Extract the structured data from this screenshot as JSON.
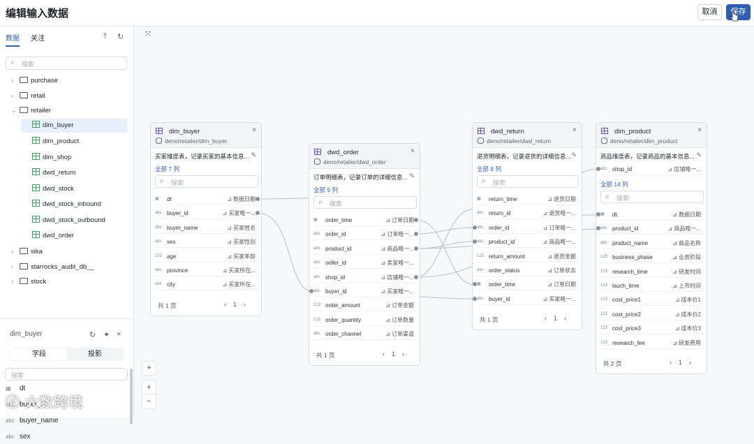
{
  "header": {
    "title": "编辑输入数据",
    "cancel": "取消",
    "save": "保存"
  },
  "sidebar": {
    "tabs": [
      "数据",
      "关注"
    ],
    "search_placeholder": "搜索",
    "tree": [
      {
        "label": "purchase",
        "kind": "folder",
        "expanded": false
      },
      {
        "label": "retail",
        "kind": "folder",
        "expanded": false
      },
      {
        "label": "retailer",
        "kind": "folder",
        "expanded": true
      },
      {
        "label": "dim_buyer",
        "kind": "table",
        "selected": true
      },
      {
        "label": "dim_product",
        "kind": "table"
      },
      {
        "label": "dim_shop",
        "kind": "table"
      },
      {
        "label": "dwd_return",
        "kind": "table"
      },
      {
        "label": "dwd_stock",
        "kind": "table"
      },
      {
        "label": "dwd_stock_inbound",
        "kind": "table"
      },
      {
        "label": "dwd_stock_outbound",
        "kind": "table"
      },
      {
        "label": "dwd_order",
        "kind": "table"
      },
      {
        "label": "sika",
        "kind": "folder",
        "expanded": false
      },
      {
        "label": "starrocks_audit_db__",
        "kind": "folder",
        "expanded": false
      },
      {
        "label": "stock",
        "kind": "folder",
        "expanded": false
      }
    ],
    "detail": {
      "title": "dim_buyer",
      "seg": [
        "字段",
        "投影"
      ],
      "search_placeholder": "搜索",
      "fields": [
        {
          "type": "date",
          "name": "dt"
        },
        {
          "type": "abc",
          "name": "buyer_id"
        },
        {
          "type": "abc",
          "name": "buyer_name"
        },
        {
          "type": "abc",
          "name": "sex"
        }
      ]
    }
  },
  "cards": [
    {
      "id": "dim_buyer",
      "name": "dim_buyer",
      "path": "deno/retailer/dim_buyer",
      "desc": "买家维度表，记录买家的基本信息...",
      "count": "全部 7 列",
      "search": "搜索",
      "columns": [
        {
          "t": "date",
          "n": "dt",
          "c": "数据日期"
        },
        {
          "t": "abc",
          "n": "buyer_id",
          "c": "买家唯一..."
        },
        {
          "t": "abc",
          "n": "buyer_name",
          "c": "买家姓名"
        },
        {
          "t": "abc",
          "n": "sex",
          "c": "买家性别"
        },
        {
          "t": "123",
          "n": "age",
          "c": "买家年龄"
        },
        {
          "t": "abc",
          "n": "province",
          "c": "买家所在..."
        },
        {
          "t": "abc",
          "n": "city",
          "c": "买家所在..."
        }
      ],
      "foot": "共 1 页",
      "page": "1"
    },
    {
      "id": "dwd_order",
      "name": "dwd_order",
      "path": "deno/retailer/dwd_order",
      "desc": "订单明细表，记录订单的详细信息...",
      "count": "全部 9 列",
      "search": "搜索",
      "columns": [
        {
          "t": "date",
          "n": "order_time",
          "c": "订单日期"
        },
        {
          "t": "abc",
          "n": "order_id",
          "c": "订单唯一..."
        },
        {
          "t": "abc",
          "n": "product_id",
          "c": "商品唯一..."
        },
        {
          "t": "abc",
          "n": "seller_id",
          "c": "卖家唯一..."
        },
        {
          "t": "abc",
          "n": "shop_id",
          "c": "店铺唯一..."
        },
        {
          "t": "abc",
          "n": "buyer_id",
          "c": "买家唯一..."
        },
        {
          "t": "123",
          "n": "order_amount",
          "c": "订单金额"
        },
        {
          "t": "123",
          "n": "order_quantity",
          "c": "订单数量"
        },
        {
          "t": "abc",
          "n": "order_channel",
          "c": "订单渠道"
        }
      ],
      "foot": "共 1 页",
      "page": "1"
    },
    {
      "id": "dwd_return",
      "name": "dwd_return",
      "path": "deno/retailer/dwd_return",
      "desc": "退货明细表，记录退货的详细信息...",
      "count": "全部 8 列",
      "search": "搜索",
      "columns": [
        {
          "t": "date",
          "n": "return_time",
          "c": "退货日期"
        },
        {
          "t": "abc",
          "n": "return_id",
          "c": "退货唯一..."
        },
        {
          "t": "abc",
          "n": "order_id",
          "c": "订单唯一..."
        },
        {
          "t": "abc",
          "n": "product_id",
          "c": "商品唯一..."
        },
        {
          "t": "123",
          "n": "return_amount",
          "c": "退货金额"
        },
        {
          "t": "abc",
          "n": "order_status",
          "c": "订单状态"
        },
        {
          "t": "date",
          "n": "order_time",
          "c": "订单日期"
        },
        {
          "t": "abc",
          "n": "buyer_id",
          "c": "买家唯一..."
        }
      ],
      "foot": "共 1 页",
      "page": "1"
    },
    {
      "id": "dim_product",
      "name": "dim_product",
      "path": "deno/retailer/dim_product",
      "desc": "商品维度表，记录商品的基本信息...",
      "count": "全部 14 列",
      "search": "搜索",
      "pinned": {
        "t": "abc",
        "n": "shop_id",
        "c": "店铺唯一..."
      },
      "columns": [
        {
          "t": "date",
          "n": "dt",
          "c": "数据日期"
        },
        {
          "t": "abc",
          "n": "product_id",
          "c": "商品唯一..."
        },
        {
          "t": "abc",
          "n": "product_name",
          "c": "商品名称"
        },
        {
          "t": "123",
          "n": "business_phase",
          "c": "业务阶段"
        },
        {
          "t": "123",
          "n": "research_time",
          "c": "研发时间"
        },
        {
          "t": "123",
          "n": "lauch_time",
          "c": "上市时间"
        },
        {
          "t": "123",
          "n": "cost_price1",
          "c": "成本价1"
        },
        {
          "t": "123",
          "n": "cost_price2",
          "c": "成本价2"
        },
        {
          "t": "123",
          "n": "cost_price3",
          "c": "成本价3"
        },
        {
          "t": "123",
          "n": "research_fee",
          "c": "研发费用"
        }
      ],
      "foot": "共 2 页",
      "page": "1"
    }
  ],
  "colors": {
    "accent": "#2f5fb3",
    "link": "#c4c8cf",
    "table_icon": "#3aa566"
  },
  "watermark": "大数跨境"
}
